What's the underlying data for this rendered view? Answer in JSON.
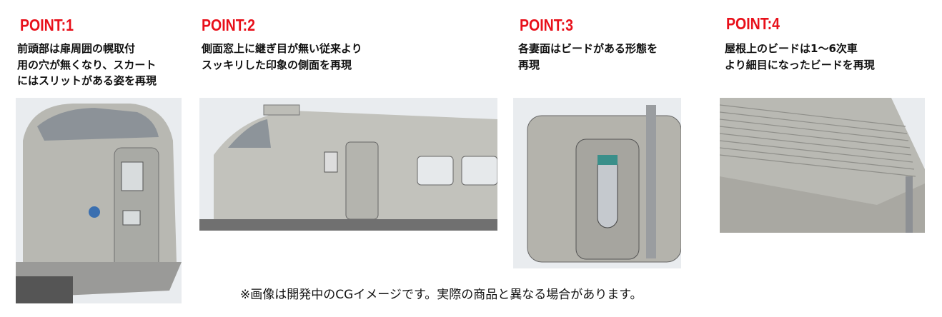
{
  "points": [
    {
      "title": "POINT:1",
      "lines": [
        "前頭部は扉周囲の幌取付",
        "用の穴が無くなり、スカート",
        "にはスリットがある姿を再現"
      ]
    },
    {
      "title": "POINT:2",
      "lines": [
        "側面窓上に継ぎ目が無い従来より",
        "スッキリした印象の側面を再現"
      ]
    },
    {
      "title": "POINT:3",
      "lines": [
        "各妻面はビードがある形態を",
        "再現"
      ]
    },
    {
      "title": "POINT:4",
      "lines": [
        "屋根上のビードは1～6次車",
        "より細目になったビードを再現"
      ]
    }
  ],
  "footnote": "※画像は開発中のCGイメージです。実際の商品と異なる場合があります。",
  "colors": {
    "point_title": "#e8101a",
    "render_gray": "#b8b8b2"
  }
}
